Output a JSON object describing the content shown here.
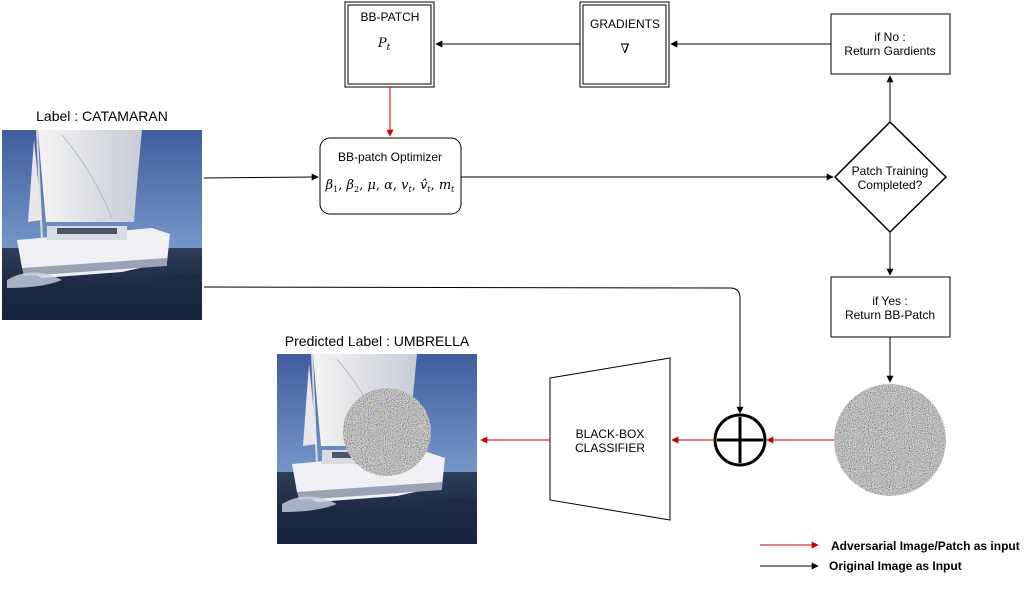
{
  "labels": {
    "input_label": "Label : CATAMARAN",
    "predicted_label": "Predicted Label : UMBRELLA"
  },
  "boxes": {
    "bb_patch": {
      "title": "BB-PATCH",
      "symbol": "Pt"
    },
    "gradients": {
      "title": "GRADIENTS",
      "symbol": "∇"
    },
    "return_gradients": {
      "line1": "if No :",
      "line2": "Return Gardients"
    },
    "optimizer": {
      "title": "BB-patch Optimizer",
      "params": "β1, β2, μ, α, vt, v̂t, mt"
    },
    "decision": {
      "line1": "Patch Training",
      "line2": "Completed?"
    },
    "return_patch": {
      "line1": "if Yes :",
      "line2": "Return BB-Patch"
    },
    "classifier": {
      "line1": "BLACK-BOX",
      "line2": "CLASSIFIER"
    }
  },
  "legend": {
    "adversarial": "Adversarial Image/Patch as input",
    "original": "Original Image as Input"
  },
  "colors": {
    "adversarial_arrow": "#cc0000",
    "original_arrow": "#000000"
  },
  "icons": {
    "add": "circled-plus-icon",
    "patch": "noise-patch",
    "photo": "catamaran-photo"
  }
}
